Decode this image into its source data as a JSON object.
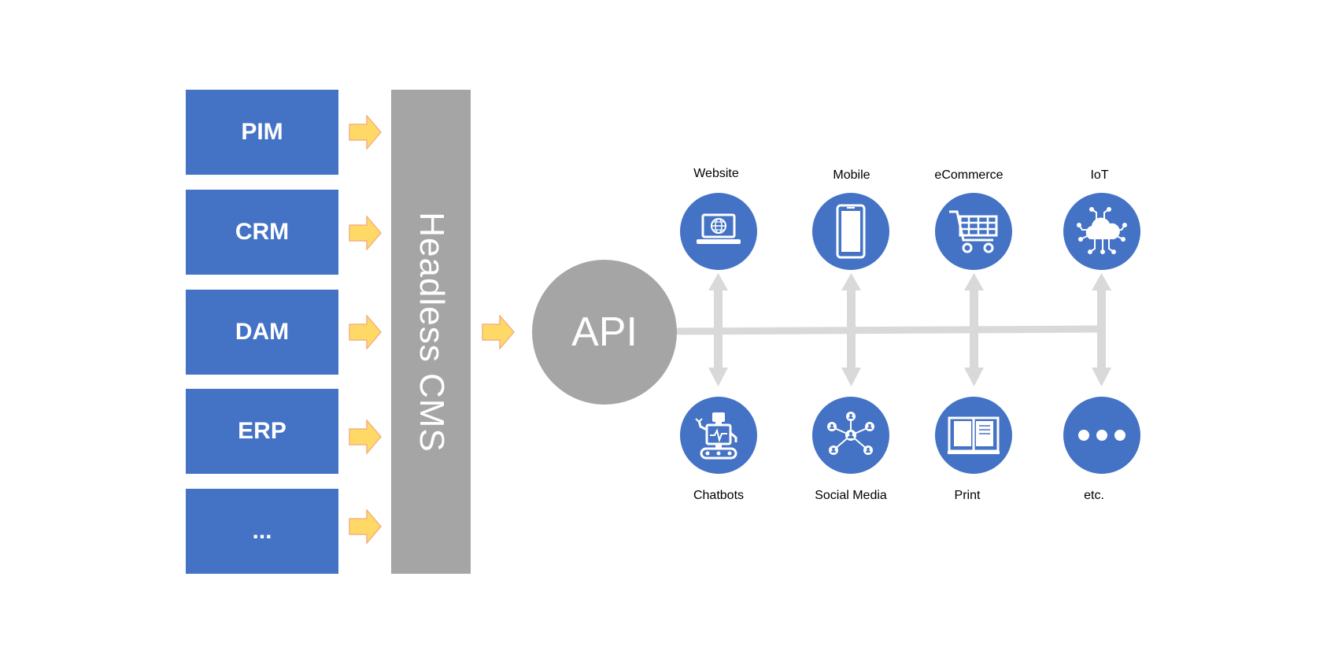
{
  "sources": [
    {
      "label": "PIM"
    },
    {
      "label": "CRM"
    },
    {
      "label": "DAM"
    },
    {
      "label": "ERP"
    },
    {
      "label": "..."
    }
  ],
  "cms": {
    "label": "Headless CMS"
  },
  "api": {
    "label": "API"
  },
  "channels_top": [
    {
      "label": "Website",
      "icon": "laptop-globe-icon"
    },
    {
      "label": "Mobile",
      "icon": "smartphone-icon"
    },
    {
      "label": "eCommerce",
      "icon": "shopping-cart-icon"
    },
    {
      "label": "IoT",
      "icon": "cloud-network-icon"
    }
  ],
  "channels_bottom": [
    {
      "label": "Chatbots",
      "icon": "robot-icon"
    },
    {
      "label": "Social Media",
      "icon": "social-network-icon"
    },
    {
      "label": "Print",
      "icon": "open-book-icon"
    },
    {
      "label": "etc.",
      "icon": "ellipsis-icon"
    }
  ],
  "colors": {
    "box_blue": "#4472c4",
    "gray": "#a5a5a5",
    "connector_gray": "#d9d9d9",
    "arrow_fill": "#ffd966",
    "arrow_stroke": "#f4b183",
    "white": "#ffffff"
  }
}
